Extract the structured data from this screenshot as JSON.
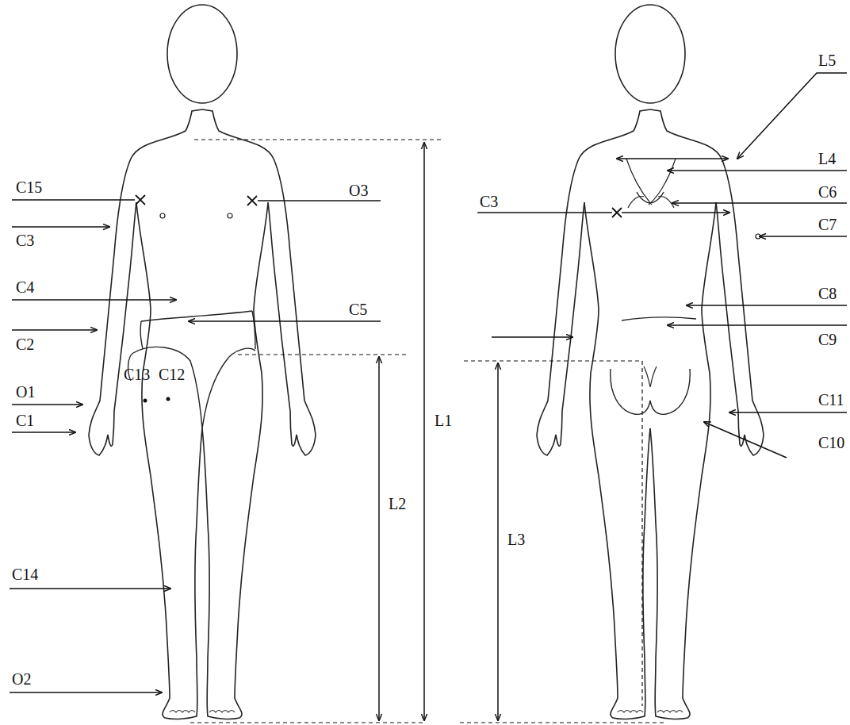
{
  "diagram": {
    "labels": [
      "C15",
      "O3",
      "C3",
      "C4",
      "C5",
      "C2",
      "O1",
      "C1",
      "C13",
      "C12",
      "C14",
      "O2",
      "L1",
      "L2",
      "L5",
      "L4",
      "C6",
      "C3",
      "C7",
      "C8",
      "C9",
      "C11",
      "C10",
      "L3"
    ]
  }
}
